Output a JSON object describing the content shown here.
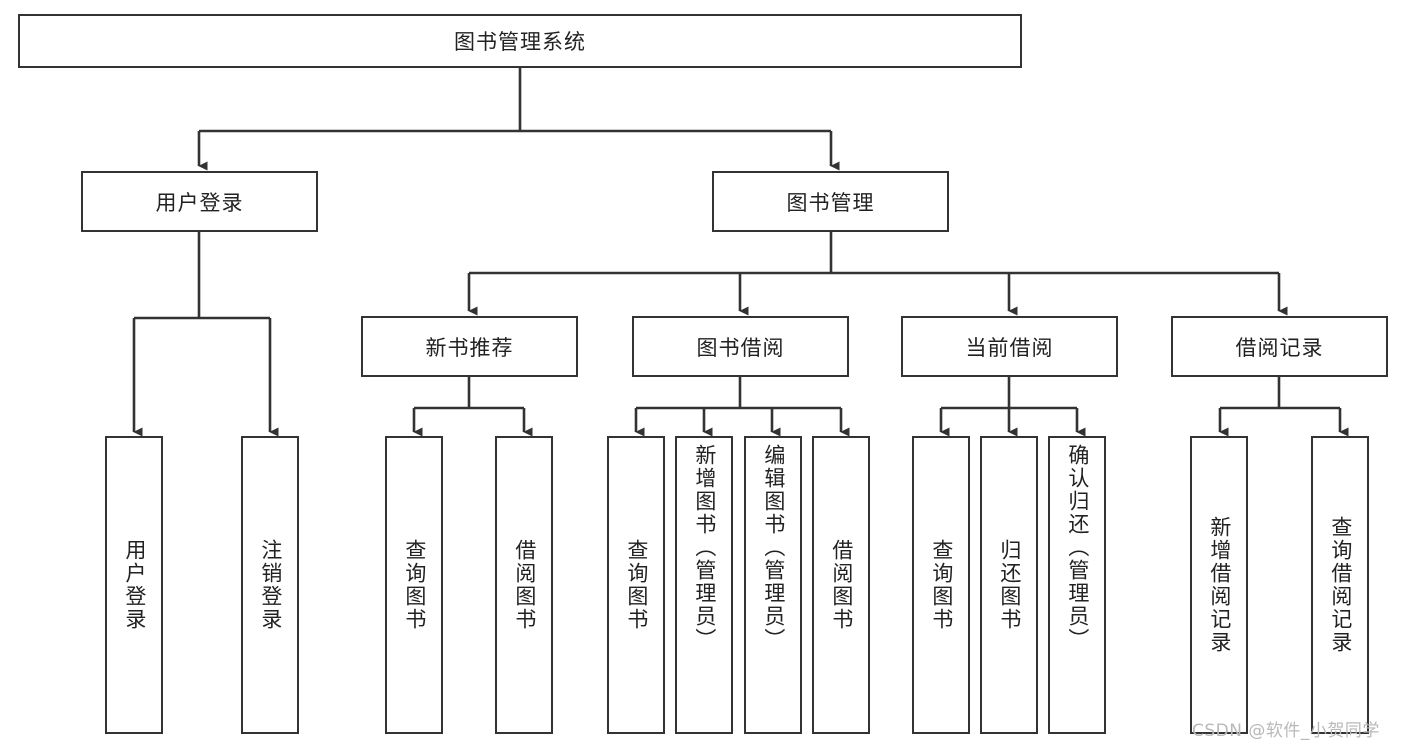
{
  "diagram": {
    "title": "图书管理系统",
    "type": "hierarchy-tree",
    "root": {
      "id": "root",
      "label": "图书管理系统"
    },
    "level2": [
      {
        "id": "user-login",
        "label": "用户登录"
      },
      {
        "id": "book-management",
        "label": "图书管理"
      }
    ],
    "level3": [
      {
        "id": "new-book-recommend",
        "label": "新书推荐",
        "parent": "book-management"
      },
      {
        "id": "book-borrow",
        "label": "图书借阅",
        "parent": "book-management"
      },
      {
        "id": "current-borrow",
        "label": "当前借阅",
        "parent": "book-management"
      },
      {
        "id": "borrow-record",
        "label": "借阅记录",
        "parent": "book-management"
      }
    ],
    "leaves": {
      "user-login": [
        {
          "id": "leaf-user-login",
          "label": "用户登录"
        },
        {
          "id": "leaf-user-logout",
          "label": "注销登录"
        }
      ],
      "new-book-recommend": [
        {
          "id": "leaf-query-book-1",
          "label": "查询图书"
        },
        {
          "id": "leaf-borrow-book-1",
          "label": "借阅图书"
        }
      ],
      "book-borrow": [
        {
          "id": "leaf-query-book-2",
          "label": "查询图书"
        },
        {
          "id": "leaf-add-book",
          "label": "新增图书（管理员）"
        },
        {
          "id": "leaf-edit-book",
          "label": "编辑图书（管理员）"
        },
        {
          "id": "leaf-borrow-book-2",
          "label": "借阅图书"
        }
      ],
      "current-borrow": [
        {
          "id": "leaf-query-book-3",
          "label": "查询图书"
        },
        {
          "id": "leaf-return-book",
          "label": "归还图书"
        },
        {
          "id": "leaf-confirm-return",
          "label": "确认归还（管理员）"
        }
      ],
      "borrow-record": [
        {
          "id": "leaf-add-record",
          "label": "新增借阅记录"
        },
        {
          "id": "leaf-query-record",
          "label": "查询借阅记录"
        }
      ]
    }
  },
  "watermark": {
    "text": "CSDN @软件_小贺同学"
  },
  "colors": {
    "stroke": "#333333",
    "box_fill": "#ffffff",
    "text": "#222222",
    "watermark": "#b9b9b9",
    "background": "#ffffff"
  }
}
